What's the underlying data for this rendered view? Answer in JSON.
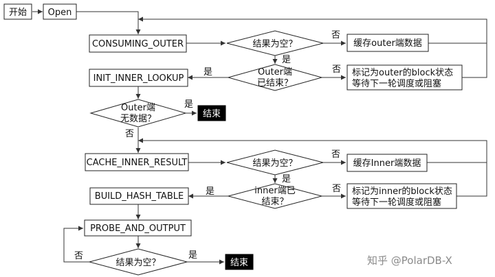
{
  "nodes": {
    "start": "开始",
    "open": "Open",
    "consuming_outer": "CONSUMING_OUTER",
    "outer_empty_q": "结果为空？",
    "cache_outer": "缓存outer端数据",
    "outer_end_q_l1": "Outer端",
    "outer_end_q_l2": "已结束？",
    "mark_outer_l1": "标记为outer的block状态",
    "mark_outer_l2": "等待下一轮调度或阻塞",
    "init_inner_lookup": "INIT_INNER_LOOKUP",
    "outer_nodata_q_l1": "Outer端",
    "outer_nodata_q_l2": "无数据？",
    "end1": "结束",
    "cache_inner_result": "CACHE_INNER_RESULT",
    "inner_empty_q": "结果为空？",
    "cache_inner": "缓存Inner端数据",
    "inner_end_q_l1": "inner端已",
    "inner_end_q_l2": "结束？",
    "mark_inner_l1": "标记为inner的block状态",
    "mark_inner_l2": "等待下一轮调度或阻塞",
    "build_hash_table": "BUILD_HASH_TABLE",
    "probe_and_output": "PROBE_AND_OUTPUT",
    "final_empty_q": "结果为空？",
    "end2": "结束"
  },
  "edge_labels": {
    "no": "否",
    "yes": "是"
  },
  "watermark": "知乎 @PolarDB-X"
}
